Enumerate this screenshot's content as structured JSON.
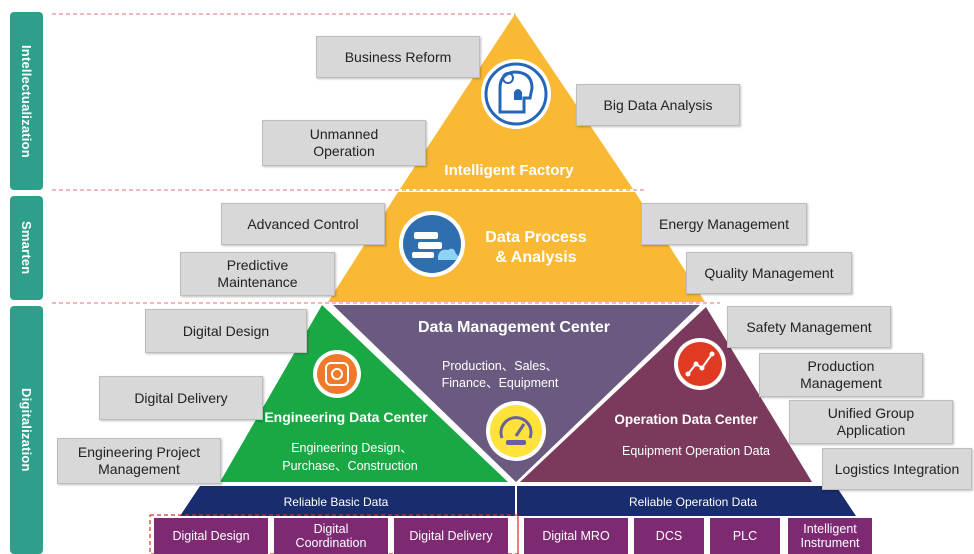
{
  "side_labels": {
    "intellectualization": "Intellectualization",
    "smarten": "Smarten",
    "digitalization": "Digitalization"
  },
  "pyramid": {
    "top_title": "Intelligent Factory",
    "middle_title_line1": "Data Process",
    "middle_title_line2": "& Analysis",
    "center_title": "Data Management Center",
    "center_text_line1": "Production、Sales、",
    "center_text_line2": "Finance、Equipment",
    "left_title": "Engineering Data Center",
    "left_text_line1": "Engineering Design、",
    "left_text_line2": "Purchase、Construction",
    "right_title": "Operation Data Center",
    "right_text": "Equipment Operation Data",
    "base_left": "Reliable Basic Data",
    "base_right": "Reliable Operation Data"
  },
  "callouts": {
    "business_reform": "Business Reform",
    "big_data_analysis": "Big Data Analysis",
    "unmanned_line1": "Unmanned",
    "unmanned_line2": "Operation",
    "advanced_control": "Advanced Control",
    "energy_management": "Energy Management",
    "predictive_line1": "Predictive",
    "predictive_line2": "Maintenance",
    "quality_management": "Quality Management",
    "digital_design": "Digital Design",
    "safety_management": "Safety Management",
    "production_mgmt_line1": "Production",
    "production_mgmt_line2": "Management",
    "digital_delivery": "Digital Delivery",
    "unified_line1": "Unified Group",
    "unified_line2": "Application",
    "eng_project_line1": "Engineering Project",
    "eng_project_line2": "Management",
    "logistics_integration": "Logistics Integration"
  },
  "bottom_boxes": {
    "digital_design": "Digital Design",
    "digital_coord_line1": "Digital",
    "digital_coord_line2": "Coordination",
    "digital_delivery": "Digital Delivery",
    "digital_mro": "Digital MRO",
    "dcs": "DCS",
    "plc": "PLC",
    "intelligent_line1": "Intelligent",
    "intelligent_line2": "Instrument"
  },
  "colors": {
    "teal": "#2f9e8a",
    "yellow": "#f9b935",
    "purple_center": "#6b5a80",
    "green": "#1aa845",
    "plum": "#7b3a5c",
    "navy": "#182c6e",
    "magenta_box": "#7d2a73",
    "callout_gray": "#d8d8d8"
  },
  "icons": [
    "factory-head-icon",
    "data-process-icon",
    "gear-icon",
    "gauge-icon",
    "growth-chart-icon"
  ]
}
